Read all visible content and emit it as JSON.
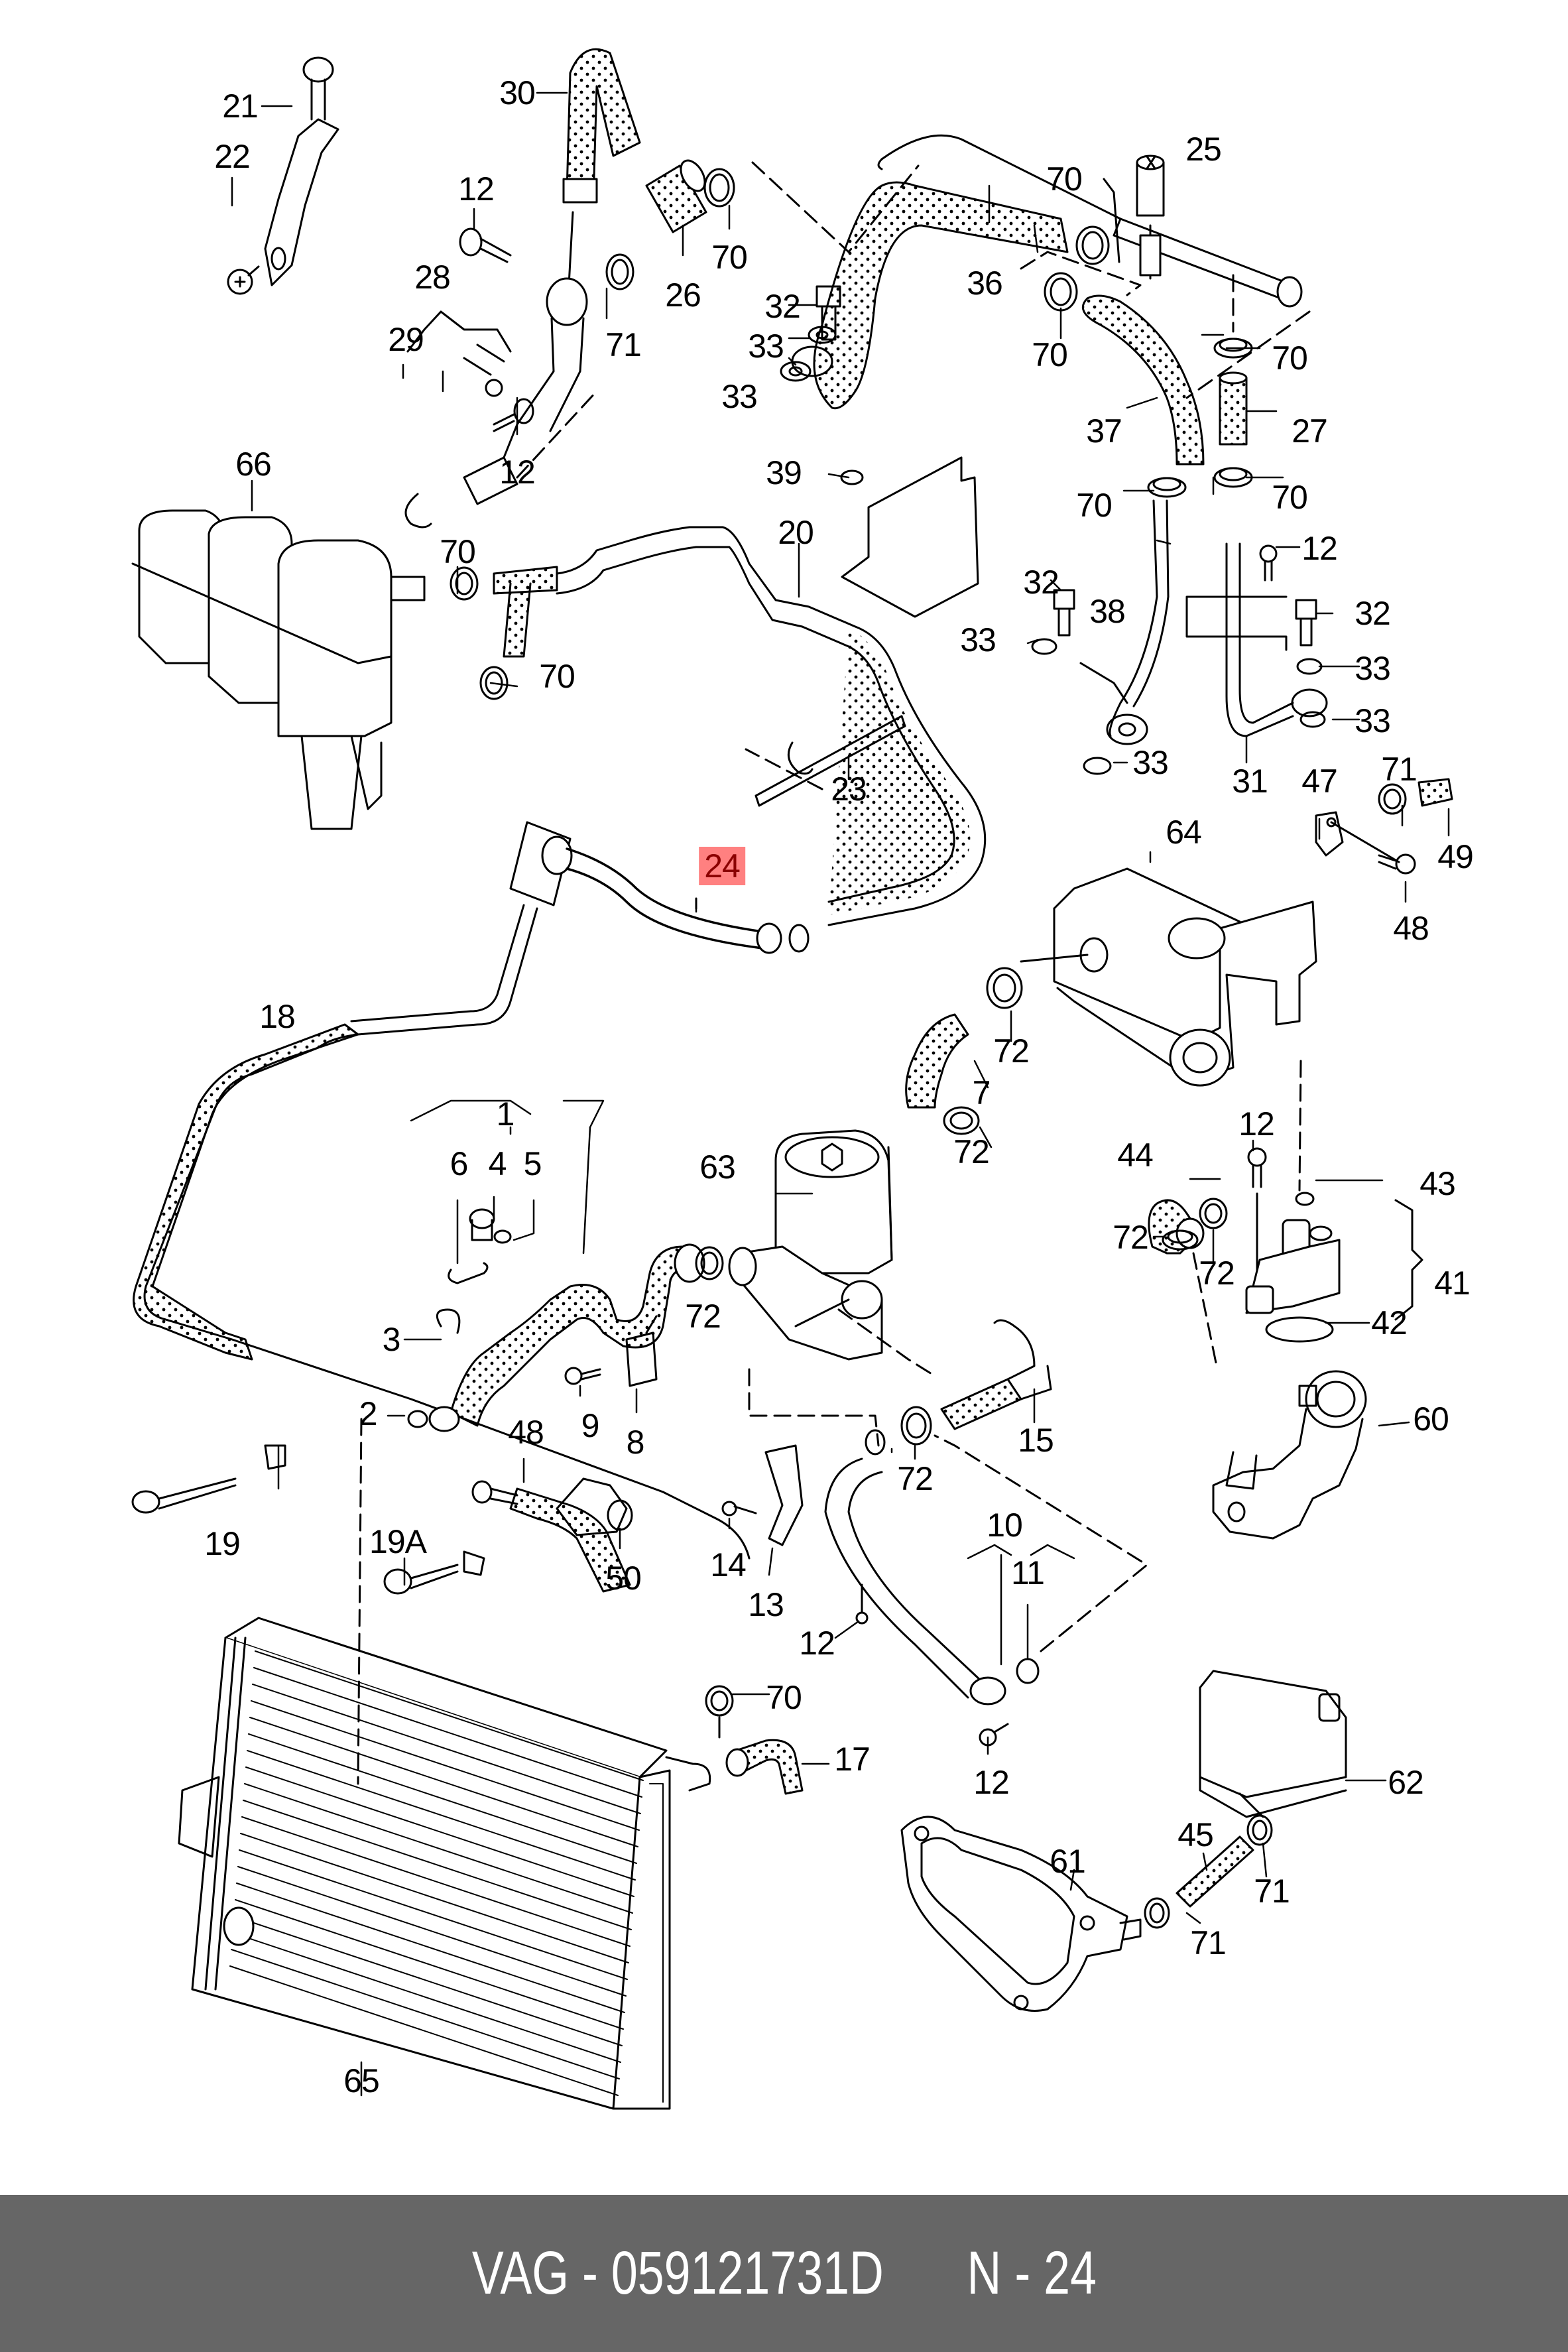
{
  "diagram": {
    "title": "Cooling system / coolant hoses exploded parts diagram",
    "highlight_color": "#ff8080",
    "highlight_text_color": "#8b0000",
    "highlighted_part": "24",
    "callouts": [
      {
        "id": "c1",
        "label": "1"
      },
      {
        "id": "c2",
        "label": "2"
      },
      {
        "id": "c3",
        "label": "3"
      },
      {
        "id": "c4",
        "label": "4"
      },
      {
        "id": "c5",
        "label": "5"
      },
      {
        "id": "c6",
        "label": "6"
      },
      {
        "id": "c7",
        "label": "7"
      },
      {
        "id": "c8",
        "label": "8"
      },
      {
        "id": "c9",
        "label": "9"
      },
      {
        "id": "c10",
        "label": "10"
      },
      {
        "id": "c11",
        "label": "11"
      },
      {
        "id": "c12a",
        "label": "12"
      },
      {
        "id": "c12b",
        "label": "12"
      },
      {
        "id": "c12c",
        "label": "12"
      },
      {
        "id": "c12d",
        "label": "12"
      },
      {
        "id": "c12e",
        "label": "12"
      },
      {
        "id": "c12f",
        "label": "12"
      },
      {
        "id": "c13",
        "label": "13"
      },
      {
        "id": "c14",
        "label": "14"
      },
      {
        "id": "c15",
        "label": "15"
      },
      {
        "id": "c17",
        "label": "17"
      },
      {
        "id": "c18",
        "label": "18"
      },
      {
        "id": "c19",
        "label": "19"
      },
      {
        "id": "c19a",
        "label": "19A"
      },
      {
        "id": "c20",
        "label": "20"
      },
      {
        "id": "c21",
        "label": "21"
      },
      {
        "id": "c22",
        "label": "22"
      },
      {
        "id": "c23",
        "label": "23"
      },
      {
        "id": "c24",
        "label": "24"
      },
      {
        "id": "c25",
        "label": "25"
      },
      {
        "id": "c26",
        "label": "26"
      },
      {
        "id": "c27",
        "label": "27"
      },
      {
        "id": "c28",
        "label": "28"
      },
      {
        "id": "c29",
        "label": "29"
      },
      {
        "id": "c30",
        "label": "30"
      },
      {
        "id": "c31",
        "label": "31"
      },
      {
        "id": "c32a",
        "label": "32"
      },
      {
        "id": "c32b",
        "label": "32"
      },
      {
        "id": "c32c",
        "label": "32"
      },
      {
        "id": "c33a",
        "label": "33"
      },
      {
        "id": "c33b",
        "label": "33"
      },
      {
        "id": "c33c",
        "label": "33"
      },
      {
        "id": "c33d",
        "label": "33"
      },
      {
        "id": "c33e",
        "label": "33"
      },
      {
        "id": "c33f",
        "label": "33"
      },
      {
        "id": "c36",
        "label": "36"
      },
      {
        "id": "c37",
        "label": "37"
      },
      {
        "id": "c38",
        "label": "38"
      },
      {
        "id": "c39",
        "label": "39"
      },
      {
        "id": "c41",
        "label": "41"
      },
      {
        "id": "c42",
        "label": "42"
      },
      {
        "id": "c43",
        "label": "43"
      },
      {
        "id": "c44",
        "label": "44"
      },
      {
        "id": "c45",
        "label": "45"
      },
      {
        "id": "c47",
        "label": "47"
      },
      {
        "id": "c48a",
        "label": "48"
      },
      {
        "id": "c48b",
        "label": "48"
      },
      {
        "id": "c49",
        "label": "49"
      },
      {
        "id": "c50",
        "label": "50"
      },
      {
        "id": "c60",
        "label": "60"
      },
      {
        "id": "c61",
        "label": "61"
      },
      {
        "id": "c62",
        "label": "62"
      },
      {
        "id": "c63",
        "label": "63"
      },
      {
        "id": "c64",
        "label": "64"
      },
      {
        "id": "c65",
        "label": "65"
      },
      {
        "id": "c66",
        "label": "66"
      },
      {
        "id": "c70a",
        "label": "70"
      },
      {
        "id": "c70b",
        "label": "70"
      },
      {
        "id": "c70c",
        "label": "70"
      },
      {
        "id": "c70d",
        "label": "70"
      },
      {
        "id": "c70e",
        "label": "70"
      },
      {
        "id": "c70f",
        "label": "70"
      },
      {
        "id": "c70g",
        "label": "70"
      },
      {
        "id": "c70h",
        "label": "70"
      },
      {
        "id": "c70i",
        "label": "70"
      },
      {
        "id": "c71a",
        "label": "71"
      },
      {
        "id": "c71b",
        "label": "71"
      },
      {
        "id": "c71c",
        "label": "71"
      },
      {
        "id": "c71d",
        "label": "71"
      },
      {
        "id": "c72a",
        "label": "72"
      },
      {
        "id": "c72b",
        "label": "72"
      },
      {
        "id": "c72c",
        "label": "72"
      },
      {
        "id": "c72d",
        "label": "72"
      },
      {
        "id": "c72e",
        "label": "72"
      },
      {
        "id": "c72f",
        "label": "72"
      }
    ]
  },
  "footer": {
    "brand": "VAG",
    "separator": "-",
    "part_number": "059121731D",
    "position_prefix": "N",
    "position_number": "24",
    "background": "#666666",
    "text_color": "#ffffff"
  }
}
